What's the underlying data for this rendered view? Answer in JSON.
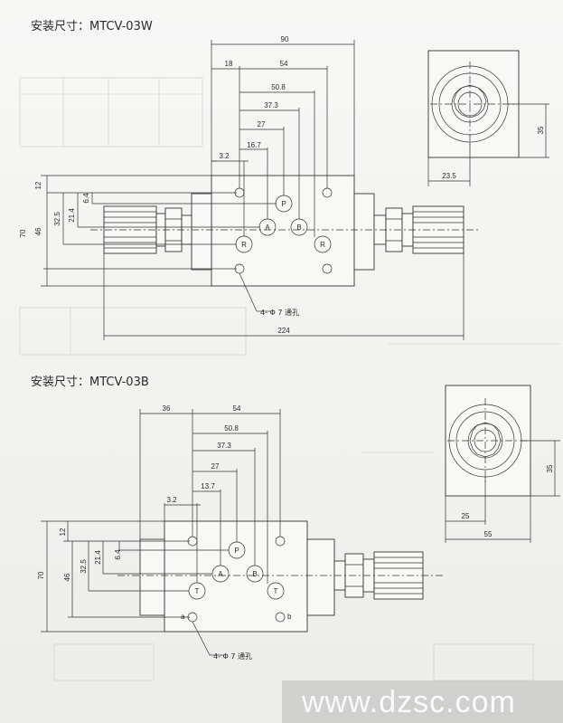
{
  "titles": {
    "top": "安装尺寸：MTCV-03W",
    "bottom": "安装尺寸：MTCV-03B"
  },
  "top_view": {
    "dims": {
      "d90": "90",
      "d18": "18",
      "d54": "54",
      "d50_8": "50.8",
      "d37_3": "37.3",
      "d27": "27",
      "d16_7": "16.7",
      "d3_2": "3.2",
      "d12": "12",
      "d6_4": "6.4",
      "d21_4": "21.4",
      "d32_5": "32.5",
      "d46": "46",
      "d70": "70",
      "d224": "224"
    },
    "side": {
      "d35": "35",
      "d23_5": "23.5"
    },
    "ports": {
      "p": "P",
      "a": "A",
      "b": "B",
      "r1": "R",
      "r2": "R"
    },
    "hole_note": "4- Φ 7 通孔"
  },
  "bottom_view": {
    "dims": {
      "d36": "36",
      "d54": "54",
      "d50_8": "50.8",
      "d37_3": "37.3",
      "d27": "27",
      "d13_7": "13.7",
      "d3_2": "3.2",
      "d12": "12",
      "d6_4": "6.4",
      "d21_4": "21.4",
      "d32_5": "32.5",
      "d46": "46",
      "d70": "70"
    },
    "side": {
      "d35": "35",
      "d25": "25",
      "d55": "55"
    },
    "ports": {
      "p": "P",
      "a": "A",
      "b": "B",
      "t1": "T",
      "t2": "T",
      "a_small": "a",
      "b_small": "b"
    },
    "hole_note": "4- Φ 7 通孔"
  },
  "watermark": "www.dzsc.com"
}
